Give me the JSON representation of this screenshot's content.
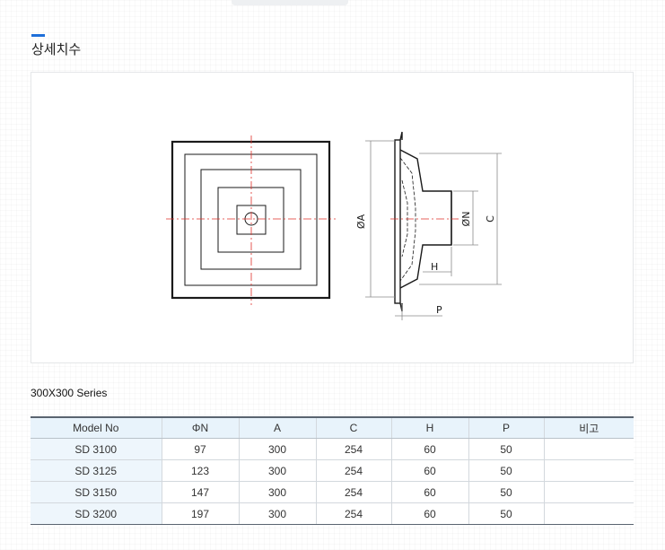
{
  "section": {
    "title": "상세치수"
  },
  "drawing": {
    "labels": {
      "dia_a": "ØA",
      "dia_n": "ØN",
      "c": "C",
      "h": "H",
      "p": "P"
    }
  },
  "series": {
    "title": "300X300 Series"
  },
  "table": {
    "headers": [
      "Model No",
      "ΦN",
      "A",
      "C",
      "H",
      "P",
      "비고"
    ],
    "rows": [
      [
        "SD 3100",
        "97",
        "300",
        "254",
        "60",
        "50",
        ""
      ],
      [
        "SD 3125",
        "123",
        "300",
        "254",
        "60",
        "50",
        ""
      ],
      [
        "SD 3150",
        "147",
        "300",
        "254",
        "60",
        "50",
        ""
      ],
      [
        "SD 3200",
        "197",
        "300",
        "254",
        "60",
        "50",
        ""
      ]
    ]
  }
}
